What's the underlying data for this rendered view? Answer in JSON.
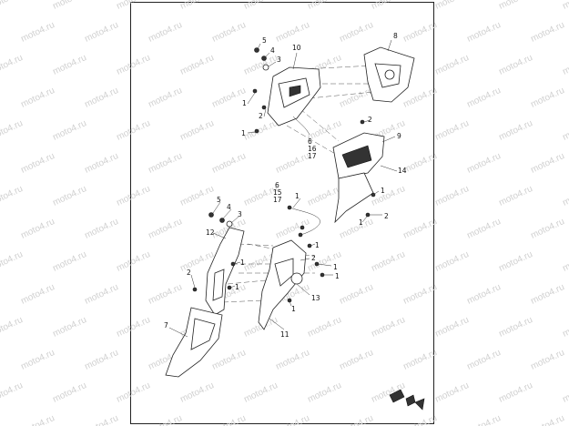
{
  "watermark": {
    "text": "moto4.ru",
    "color": "#d0d0d0"
  },
  "callouts": {
    "c1a": "1",
    "c1b": "1",
    "c1c": "1",
    "c1d": "1",
    "c1e": "1",
    "c1f": "1",
    "c1g": "1",
    "c1h": "1",
    "c1i": "1",
    "c1j": "1",
    "c1k": "1",
    "c2a": "2",
    "c2b": "2",
    "c2c": "2",
    "c2d": "2",
    "c2e": "2",
    "c3a": "3",
    "c3b": "3",
    "c4a": "4",
    "c4b": "4",
    "c5a": "5",
    "c5b": "5",
    "c6a": "6",
    "c6b": "6",
    "c7": "7",
    "c8": "8",
    "c9": "9",
    "c10": "10",
    "c11": "11",
    "c12": "12",
    "c13": "13",
    "c14": "14",
    "c15": "15",
    "c16": "16",
    "c17a": "17",
    "c17b": "17"
  }
}
